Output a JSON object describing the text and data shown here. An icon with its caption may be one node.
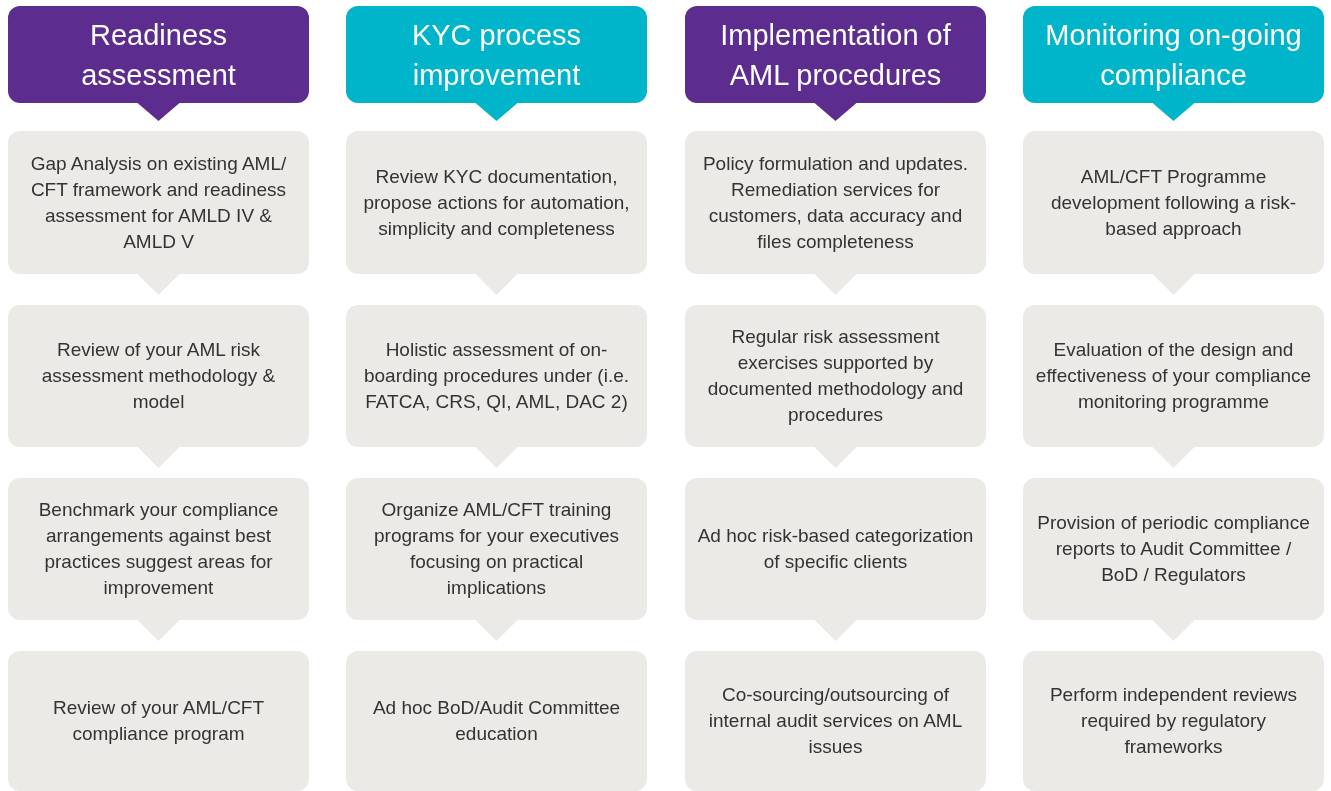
{
  "diagram": {
    "nodes": [
      {
        "text": [
          "Readiness assessment"
        ]
      },
      {
        "text": [
          "Gap Analysis on existing AML/ CFT framework and readiness assessment for AMLD IV & AMLD V"
        ]
      },
      {
        "text": [
          "Review of your AML risk assessment  methodology & model"
        ]
      },
      {
        "text": [
          "Benchmark your compliance arrangements against best practices suggest areas for improvement"
        ]
      },
      {
        "text": [
          "Review of your AML/CFT compliance program"
        ]
      },
      {
        "text": [
          "KYC process improvement"
        ]
      },
      {
        "text": [
          "Review KYC documentation, propose actions for automation, simplicity and completeness"
        ]
      },
      {
        "text": [
          "Holistic assessment of on-boarding procedures under (i.e. FATCA, CRS, QI, AML, DAC 2)"
        ]
      },
      {
        "text": [
          "Organize AML/CFT training programs for your executives focusing on practical implications"
        ]
      },
      {
        "text": [
          "Ad hoc BoD/Audit Committee education"
        ]
      },
      {
        "text": [
          "Implementation of AML procedures"
        ]
      },
      {
        "text": [
          "Policy formulation and updates. Remediation services for customers, data accuracy and files completeness"
        ]
      },
      {
        "text": [
          "Regular risk assessment exercises supported by documented methodology and procedures"
        ]
      },
      {
        "text": [
          "Ad hoc risk-based categorization of specific clients"
        ]
      },
      {
        "text": [
          "Co-sourcing/outsourcing of internal audit services on AML issues"
        ]
      },
      {
        "text": [
          "Monitoring on-going compliance"
        ]
      },
      {
        "text": [
          "AML/CFT Programme development following a risk-based approach"
        ]
      },
      {
        "text": [
          "Evaluation of the design and effectiveness of your compliance monitoring programme"
        ]
      },
      {
        "text": [
          "Provision of periodic compliance reports to Audit Committee / BoD / Regulators"
        ]
      },
      {
        "text": [
          "Perform independent reviews required by regulatory frameworks"
        ]
      }
    ],
    "edges": [
      {
        "from": 0,
        "to": 1,
        "arrow": "to",
        "color": "#5c2d8e"
      },
      {
        "from": 1,
        "to": 2,
        "arrow": "to"
      },
      {
        "from": 2,
        "to": 3,
        "arrow": "to"
      },
      {
        "from": 3,
        "to": 4,
        "arrow": "to"
      },
      {
        "from": 5,
        "to": 6,
        "arrow": "to",
        "color": "#00b5c9"
      },
      {
        "from": 6,
        "to": 7,
        "arrow": "to"
      },
      {
        "from": 7,
        "to": 8,
        "arrow": "to"
      },
      {
        "from": 8,
        "to": 9,
        "arrow": "to"
      },
      {
        "from": 10,
        "to": 11,
        "arrow": "to",
        "color": "#5c2d8e"
      },
      {
        "from": 11,
        "to": 12,
        "arrow": "to"
      },
      {
        "from": 12,
        "to": 13,
        "arrow": "to"
      },
      {
        "from": 13,
        "to": 14,
        "arrow": "to"
      },
      {
        "from": 15,
        "to": 16,
        "arrow": "to",
        "color": "#00b5c9"
      },
      {
        "from": 16,
        "to": 17,
        "arrow": "to"
      },
      {
        "from": 17,
        "to": 18,
        "arrow": "to"
      },
      {
        "from": 18,
        "to": 19,
        "arrow": "to"
      }
    ]
  }
}
